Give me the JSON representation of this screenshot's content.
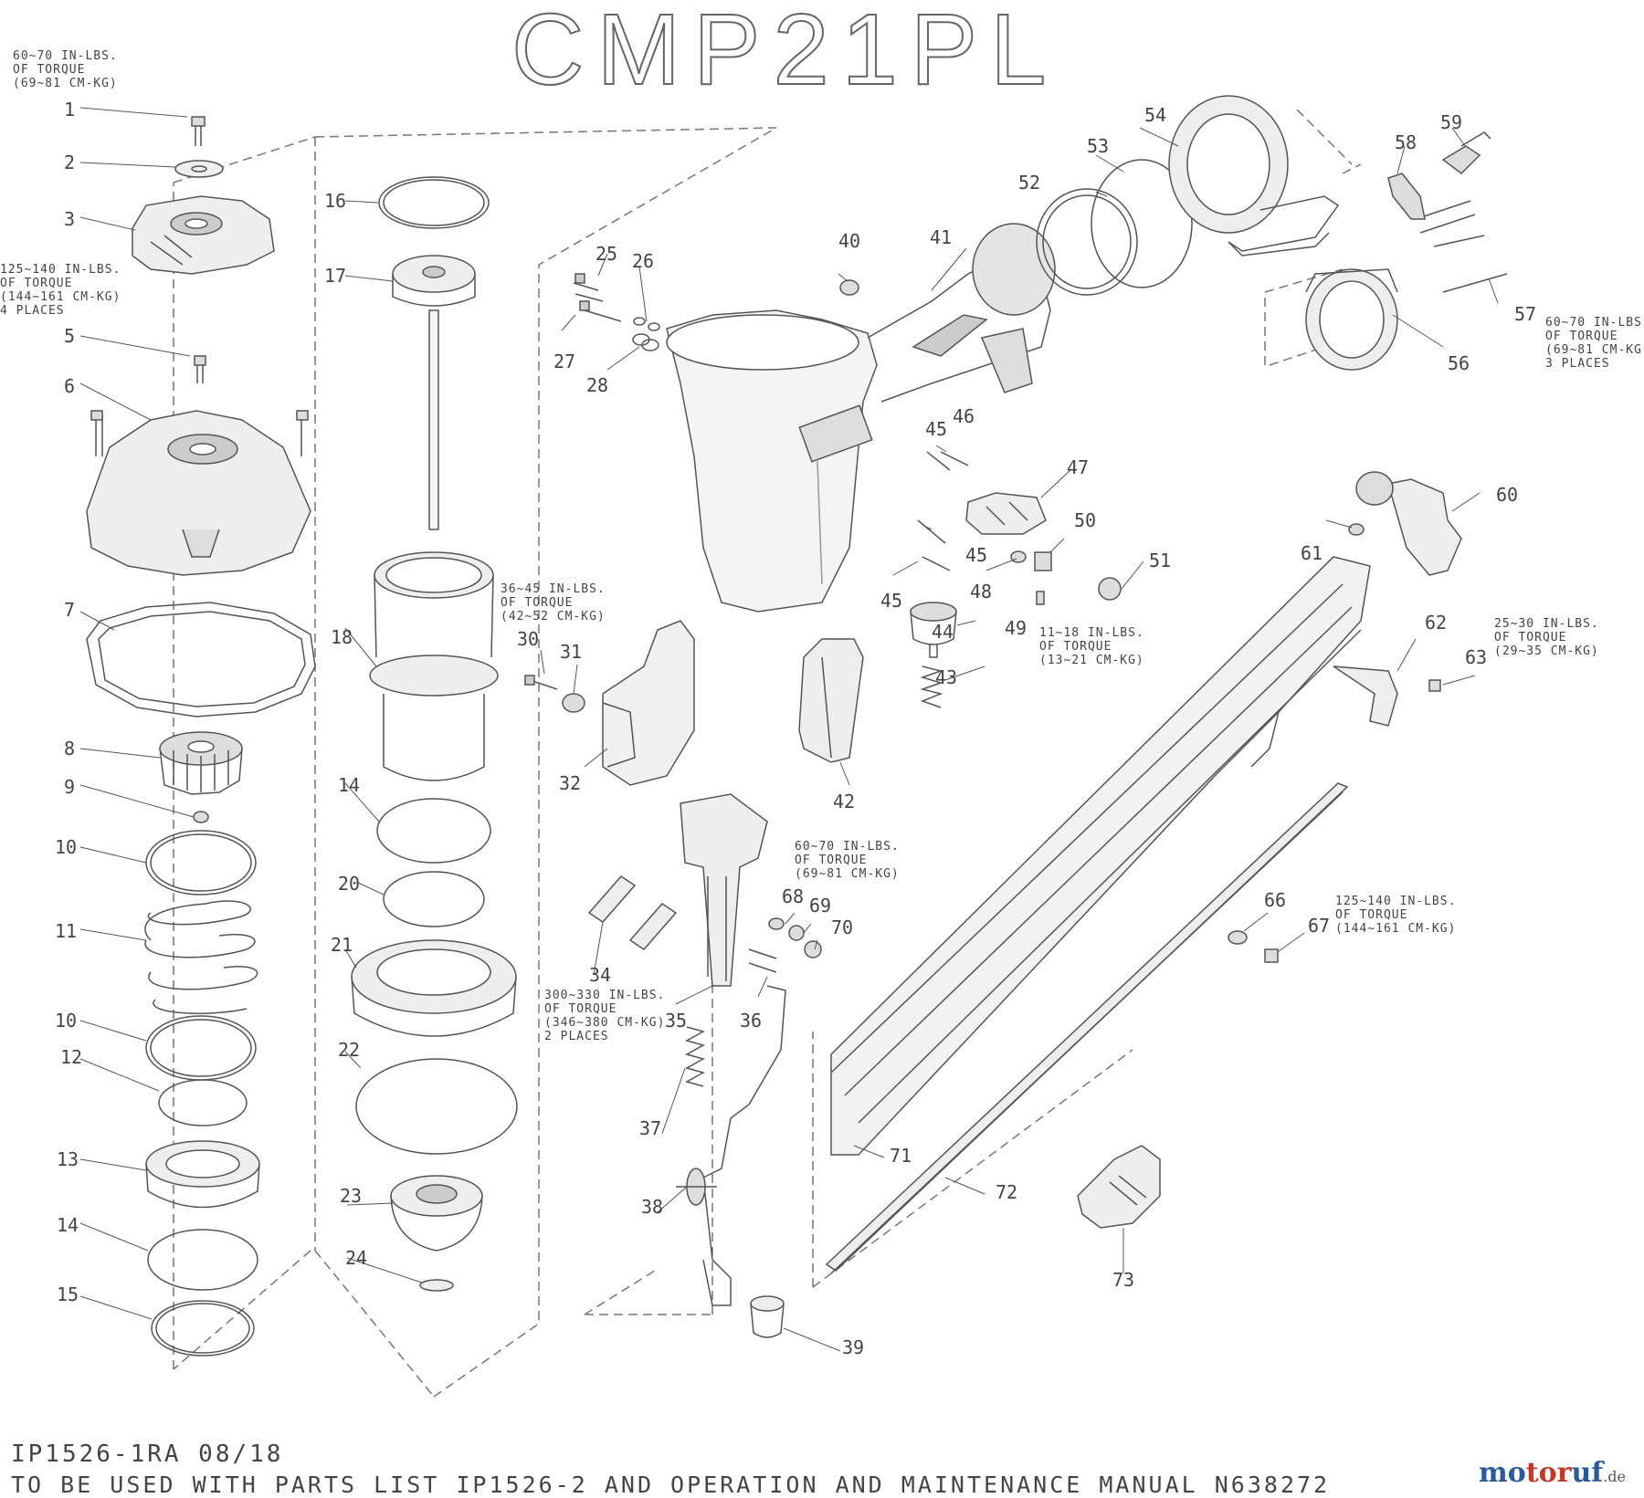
{
  "title": "CMP21PL",
  "torque_notes": [
    {
      "id": "n1",
      "text": "60~70 IN-LBS.\nOF TORQUE\n(69~81 CM-KG)"
    },
    {
      "id": "n2",
      "text": "125~140 IN-LBS.\nOF TORQUE\n(144~161 CM-KG)\n4 PLACES"
    },
    {
      "id": "n3",
      "text": "36~45 IN-LBS.\nOF TORQUE\n(42~52 CM-KG)"
    },
    {
      "id": "n4",
      "text": "60~70 IN-LBS.\nOF TORQUE\n(69~81 CM-KG)\n3 PLACES"
    },
    {
      "id": "n5",
      "text": "11~18 IN-LBS.\nOF TORQUE\n(13~21 CM-KG)"
    },
    {
      "id": "n6",
      "text": "25~30 IN-LBS.\nOF TORQUE\n(29~35 CM-KG)"
    },
    {
      "id": "n7",
      "text": "60~70 IN-LBS.\nOF TORQUE\n(69~81 CM-KG)"
    },
    {
      "id": "n8",
      "text": "300~330 IN-LBS.\nOF TORQUE\n(346~380 CM-KG)\n2 PLACES"
    },
    {
      "id": "n9",
      "text": "125~140 IN-LBS.\nOF TORQUE\n(144~161 CM-KG)"
    }
  ],
  "part_labels": [
    "1",
    "2",
    "3",
    "5",
    "6",
    "7",
    "8",
    "9",
    "10",
    "11",
    "10",
    "12",
    "13",
    "14",
    "15",
    "16",
    "17",
    "18",
    "14",
    "20",
    "21",
    "22",
    "23",
    "24",
    "25",
    "26",
    "27",
    "28",
    "30",
    "31",
    "32",
    "34",
    "35",
    "36",
    "37",
    "38",
    "39",
    "40",
    "41",
    "42",
    "43",
    "44",
    "45",
    "46",
    "47",
    "45",
    "48",
    "45",
    "49",
    "50",
    "51",
    "52",
    "53",
    "54",
    "56",
    "57",
    "58",
    "59",
    "60",
    "61",
    "62",
    "63",
    "66",
    "67",
    "68",
    "69",
    "70",
    "71",
    "72",
    "73"
  ],
  "footer": {
    "line1": "IP1526-1RA 08/18",
    "line2": "TO BE USED WITH PARTS LIST IP1526-2 AND OPERATION AND MAINTENANCE MANUAL N638272"
  },
  "watermark": {
    "part1": "mo",
    "part2": "tor",
    "part3": "uf",
    "suffix": ".de"
  },
  "colors": {
    "line": "#555555",
    "fill": "#e6e6e6",
    "dark": "#9a9a9a"
  }
}
